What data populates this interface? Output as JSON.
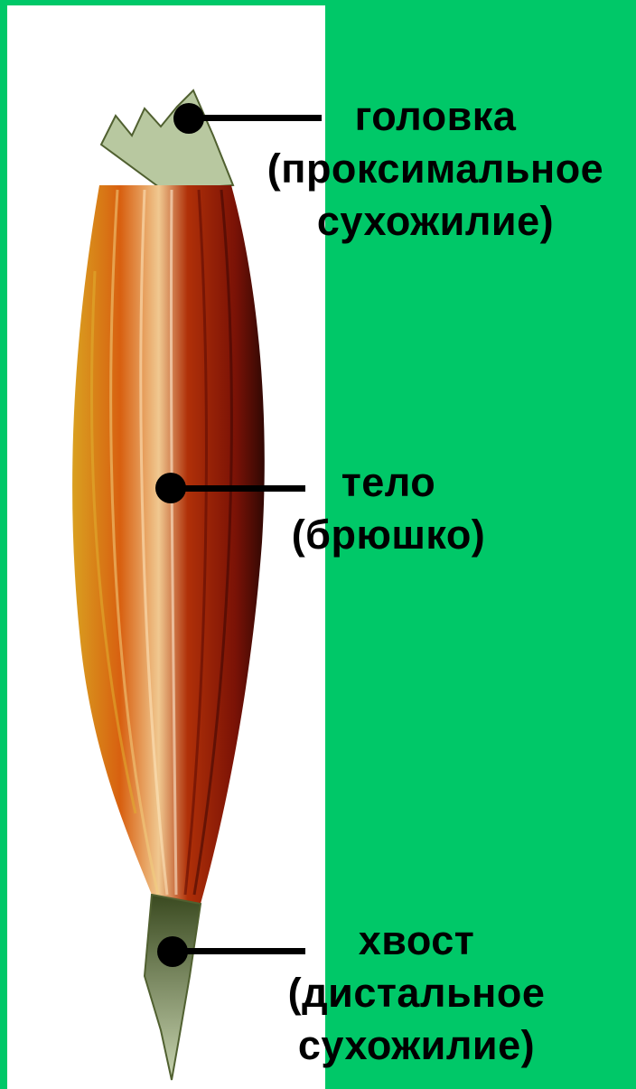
{
  "labels": {
    "head": {
      "line1": "головка",
      "line2": "(проксимальное",
      "line3": "сухожилие)"
    },
    "body": {
      "line1": "тело",
      "line2": "(брюшко)"
    },
    "tail": {
      "line1": "хвост",
      "line2": "(дистальное",
      "line3": "сухожилие)"
    }
  },
  "colors": {
    "background": "#00c868",
    "panel": "#ffffff",
    "muscle_dark": "#8a1a08",
    "muscle_mid": "#c8400c",
    "muscle_light": "#e8a020",
    "tendon": "#a8b890",
    "marker": "#000000"
  }
}
